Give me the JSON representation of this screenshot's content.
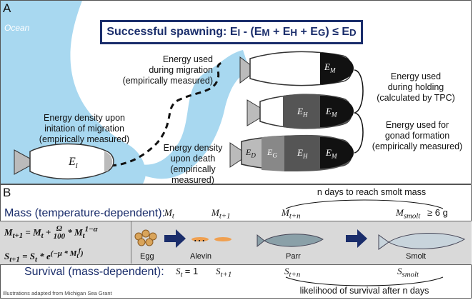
{
  "panelA": {
    "label": "A",
    "ocean_label": "Ocean",
    "equation": {
      "prefix": "Successful spawning: E",
      "sub_I": "I",
      "mid1": " - (E",
      "sub_M": "M",
      "mid2": " + E",
      "sub_H": "H",
      "mid3": " + E",
      "sub_G": "G",
      "mid4": ") ≤ E",
      "sub_D": "D"
    },
    "notes": {
      "migration_energy": "Energy used\nduring migration\n(empirically measured)",
      "density_initiation": "Energy density upon\ninitation of migration\n(empirically measured)",
      "density_death": "Energy density\nupon death\n(empirically measured)",
      "holding": "Energy used\nduring holding\n(calculated by TPC)",
      "gonad": "Energy used for\ngonad formation\n(empirically measured)"
    },
    "fish_labels": {
      "start": "E_I",
      "EM": "E_M",
      "EH": "E_H",
      "EG": "E_G",
      "ED": "E_D"
    },
    "colors": {
      "ocean": "#a8d8f0",
      "frame": "#1a2d6b"
    }
  },
  "panelB": {
    "label": "B",
    "mass_label": "Mass (temperature-dependent):",
    "survival_label": "Survival (mass-dependent):",
    "days_note": "n days to reach smolt mass",
    "survival_note": "likelihood of survival after n days",
    "mass_symbols": {
      "mt": "M",
      "mt_sub": "t",
      "mt1": "M",
      "mt1_sub": "t+1",
      "mtn": "M",
      "mtn_sub": "t+n",
      "msmolt": "M",
      "msmolt_sub": "smolt",
      "threshold": "≥ 6 g"
    },
    "survival_symbols": {
      "st": "S",
      "st_sub": "t",
      "st_val": "= 1",
      "st1": "S",
      "st1_sub": "t+1",
      "stn": "S",
      "stn_sub": "t+n",
      "ssmolt": "S",
      "ssmolt_sub": "smolt"
    },
    "stages": [
      "Egg",
      "Alevin",
      "Parr",
      "Smolt"
    ],
    "ellipsis": "…",
    "credit": "Illustrations adapted from Michigan Sea Grant"
  }
}
